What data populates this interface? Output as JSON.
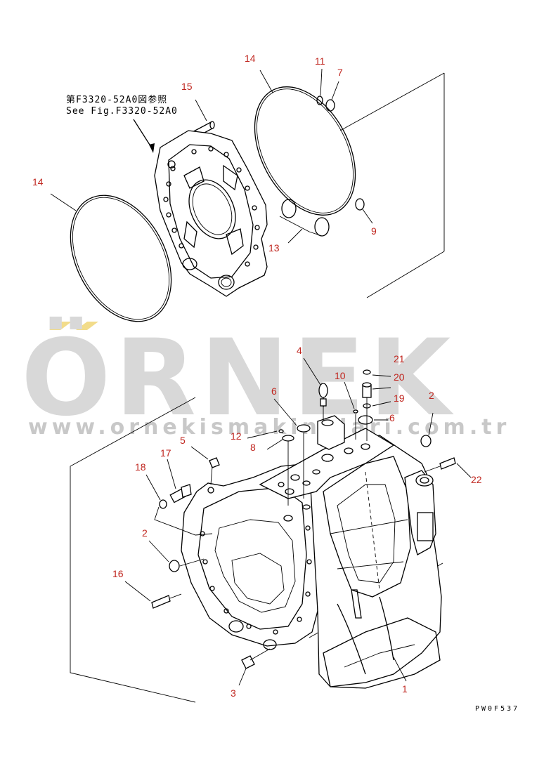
{
  "reference_note": {
    "line_jp": "第F3320-52A0図参照",
    "line_en": "See Fig.F3320-52A0"
  },
  "watermark": {
    "brand": "ÖRNEK",
    "url": "www.ornekismakinalari.com.tr"
  },
  "drawing_code": "PW0F537",
  "callouts": [
    "14",
    "15",
    "14",
    "11",
    "7",
    "9",
    "13",
    "4",
    "10",
    "21",
    "20",
    "19",
    "6",
    "6",
    "12",
    "8",
    "5",
    "17",
    "18",
    "2",
    "2",
    "22",
    "16",
    "3",
    "1"
  ],
  "colors": {
    "callout": "#c0261f",
    "line": "#000000",
    "watermark": "#d8d8d8",
    "watermark_accent": "#f2dc8a"
  }
}
